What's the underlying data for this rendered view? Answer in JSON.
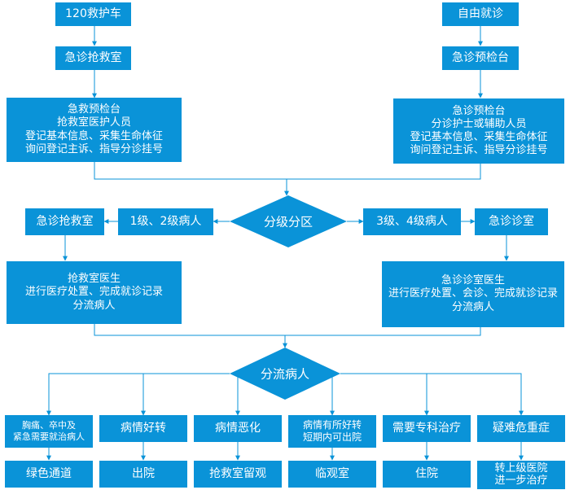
{
  "flow": {
    "ambulance": "120救护车",
    "walkin": "自由就诊",
    "er_rescue_left": "急诊抢救室",
    "er_triage_right": "急诊预检台",
    "left_triage": {
      "line1": "急救预检台",
      "line2": "抢救室医护人员",
      "line3": "登记基本信息、采集生命体征",
      "line4": "询问登记主诉、指导分诊挂号"
    },
    "right_triage": {
      "line1": "急诊预检台",
      "line2": "分诊护士或辅助人员",
      "line3": "登记基本信息、采集生命体征",
      "line4": "询问登记主诉、指导分诊挂号"
    },
    "grading": "分级分区",
    "level12": "1级、2级病人",
    "level34": "3级、4级病人",
    "rescue_room": "急诊抢救室",
    "clinic_room": "急诊诊室",
    "rescue_doctor": {
      "line1": "抢救室医生",
      "line2": "进行医疗处置、完成就诊记录",
      "line3": "分流病人"
    },
    "clinic_doctor": {
      "line1": "急诊诊室医生",
      "line2": "进行医疗处置、会诊、完成就诊记录",
      "line3": "分流病人"
    },
    "triage_patients": "分流病人",
    "outcomes": [
      {
        "cond1": "胸痛、卒中及",
        "cond2": "紧急需要就治病人",
        "result1": "绿色通道",
        "result2": ""
      },
      {
        "cond1": "病情好转",
        "cond2": "",
        "result1": "出院",
        "result2": ""
      },
      {
        "cond1": "病情恶化",
        "cond2": "",
        "result1": "抢救室留观",
        "result2": ""
      },
      {
        "cond1": "病情有所好转",
        "cond2": "短期内可出院",
        "result1": "临观室",
        "result2": ""
      },
      {
        "cond1": "需要专科治疗",
        "cond2": "",
        "result1": "住院",
        "result2": ""
      },
      {
        "cond1": "疑难危重症",
        "cond2": "",
        "result1": "转上级医院",
        "result2": "进一步治疗"
      }
    ]
  },
  "colors": {
    "box": "#0a93d8",
    "line": "#0a93d8",
    "text": "#ffffff"
  }
}
